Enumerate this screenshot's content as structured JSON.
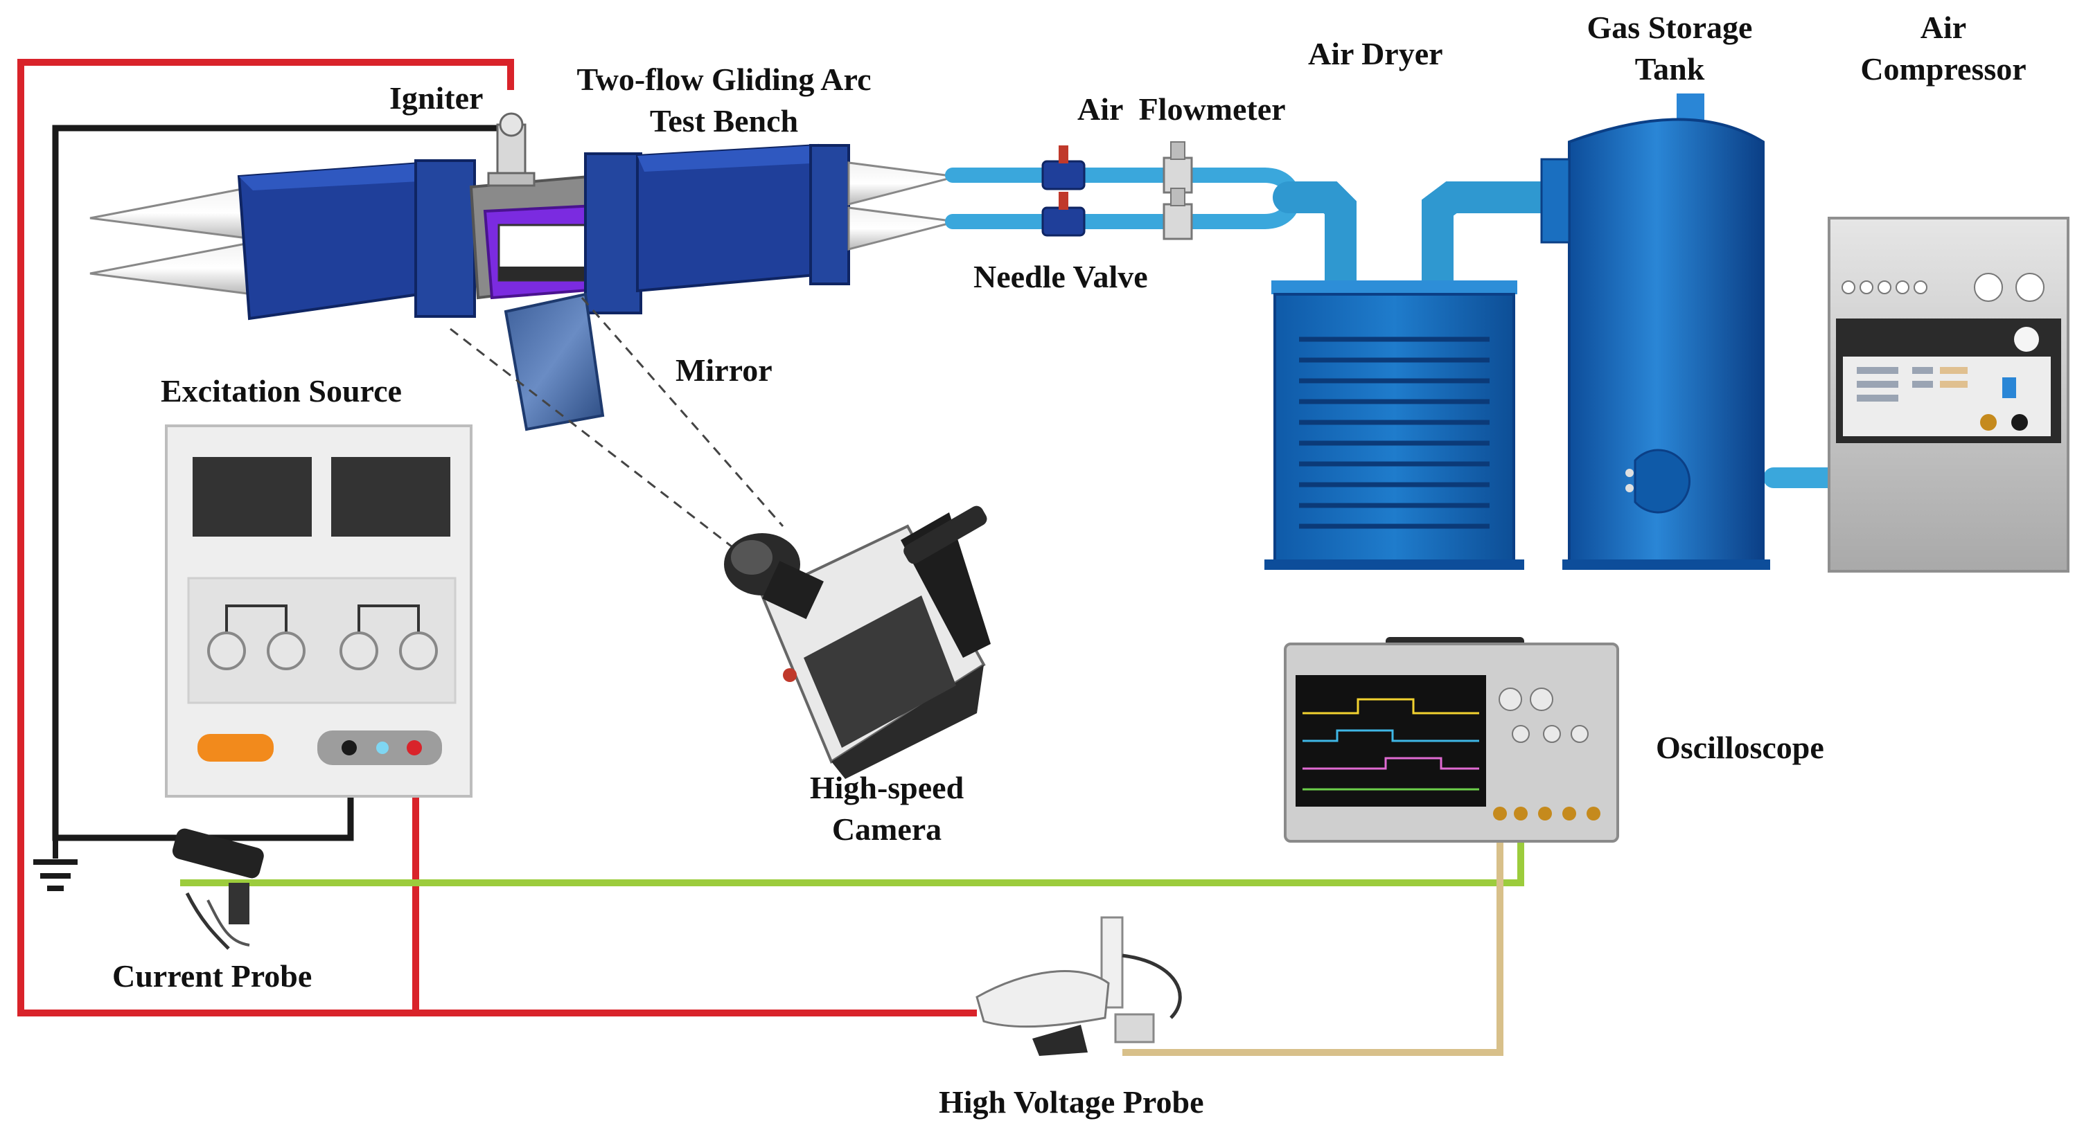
{
  "labels": {
    "igniter": "Igniter",
    "test_bench": [
      "Two-flow Gliding Arc",
      "Test Bench"
    ],
    "air_dryer": "Air Dryer",
    "gas_storage_tank": [
      "Gas Storage",
      "Tank"
    ],
    "air_compressor": [
      "Air",
      "Compressor"
    ],
    "air_flowmeter": "Air  Flowmeter",
    "needle_valve": "Needle Valve",
    "mirror": "Mirror",
    "excitation_source": "Excitation Source",
    "high_speed_camera": [
      "High-speed",
      "Camera"
    ],
    "oscilloscope": "Oscilloscope",
    "current_probe": "Current Probe",
    "high_voltage_probe": "High Voltage Probe"
  },
  "colors": {
    "positive_wire": "#d9232a",
    "ground_wire": "#1a1a1a",
    "current_signal_wire": "#9ccc3c",
    "voltage_signal_wire": "#d8c08a",
    "bench_blue": "#1f3f9a",
    "window_purple": "#8a2be2",
    "pipe_blue": "#3aa7dc",
    "equipment_blue": "#1e6fc0",
    "instrument_gray": "#cfcfcf"
  }
}
